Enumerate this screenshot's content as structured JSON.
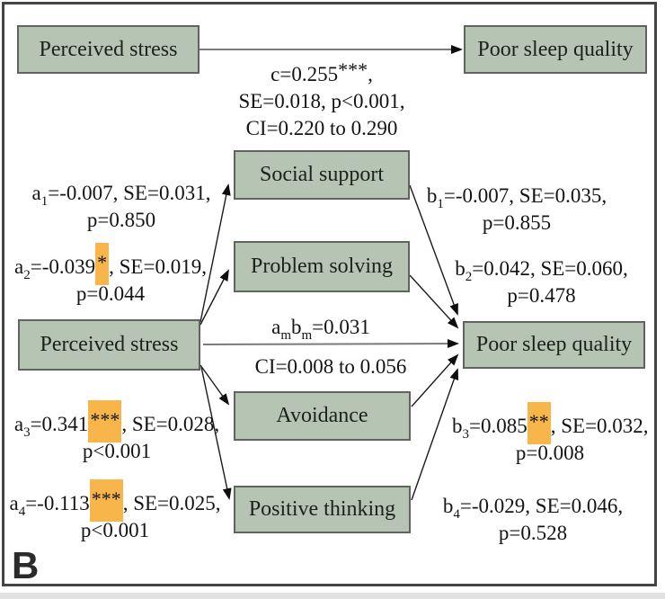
{
  "panel_label": "B",
  "colors": {
    "box_fill": "#b6c4b4",
    "box_border": "#5f655e",
    "highlight": "#f7b54a",
    "arrow": "#1a1a1a",
    "horizontal_line": "#7a7a7a"
  },
  "top_model": {
    "predictor": "Perceived stress",
    "outcome": "Poor sleep quality",
    "total_effect": {
      "pre": "c=0.255",
      "stars": "***",
      "post": ",",
      "line2": "SE=0.018, p<0.001,",
      "line3": "CI=0.220 to 0.290"
    }
  },
  "mediation_model": {
    "predictor": "Perceived stress",
    "outcome": "Poor sleep quality",
    "mediators": [
      "Social support",
      "Problem solving",
      "Avoidance",
      "Positive thinking"
    ],
    "indirect_effect": {
      "var_a": "a",
      "sub_a": "m",
      "var_b": "b",
      "sub_b": "m",
      "value": "=0.031",
      "ci": "CI=0.008 to 0.056"
    },
    "a_paths": {
      "a1": {
        "v": "a",
        "s": "1",
        "pre": "=-0.007, SE=0.031,",
        "line2": "p=0.850"
      },
      "a2": {
        "v": "a",
        "s": "2",
        "pre": "=-0.039",
        "stars": "*",
        "post": ", SE=0.019,",
        "line2": "p=0.044"
      },
      "a3": {
        "v": "a",
        "s": "3",
        "pre": "=0.341",
        "stars": "***",
        "post": ", SE=0.028,",
        "line2": "p<0.001"
      },
      "a4": {
        "v": "a",
        "s": "4",
        "pre": "=-0.113",
        "stars": "***",
        "post": ", SE=0.025,",
        "line2": "p<0.001"
      }
    },
    "b_paths": {
      "b1": {
        "v": "b",
        "s": "1",
        "pre": "=-0.007, SE=0.035,",
        "line2": "p=0.855"
      },
      "b2": {
        "v": "b",
        "s": "2",
        "pre": "=0.042, SE=0.060,",
        "line2": "p=0.478"
      },
      "b3": {
        "v": "b",
        "s": "3",
        "pre": "=0.085",
        "stars": "**",
        "post": ", SE=0.032,",
        "line2": "p=0.008"
      },
      "b4": {
        "v": "b",
        "s": "4",
        "pre": "=-0.029, SE=0.046,",
        "line2": "p=0.528"
      }
    }
  }
}
